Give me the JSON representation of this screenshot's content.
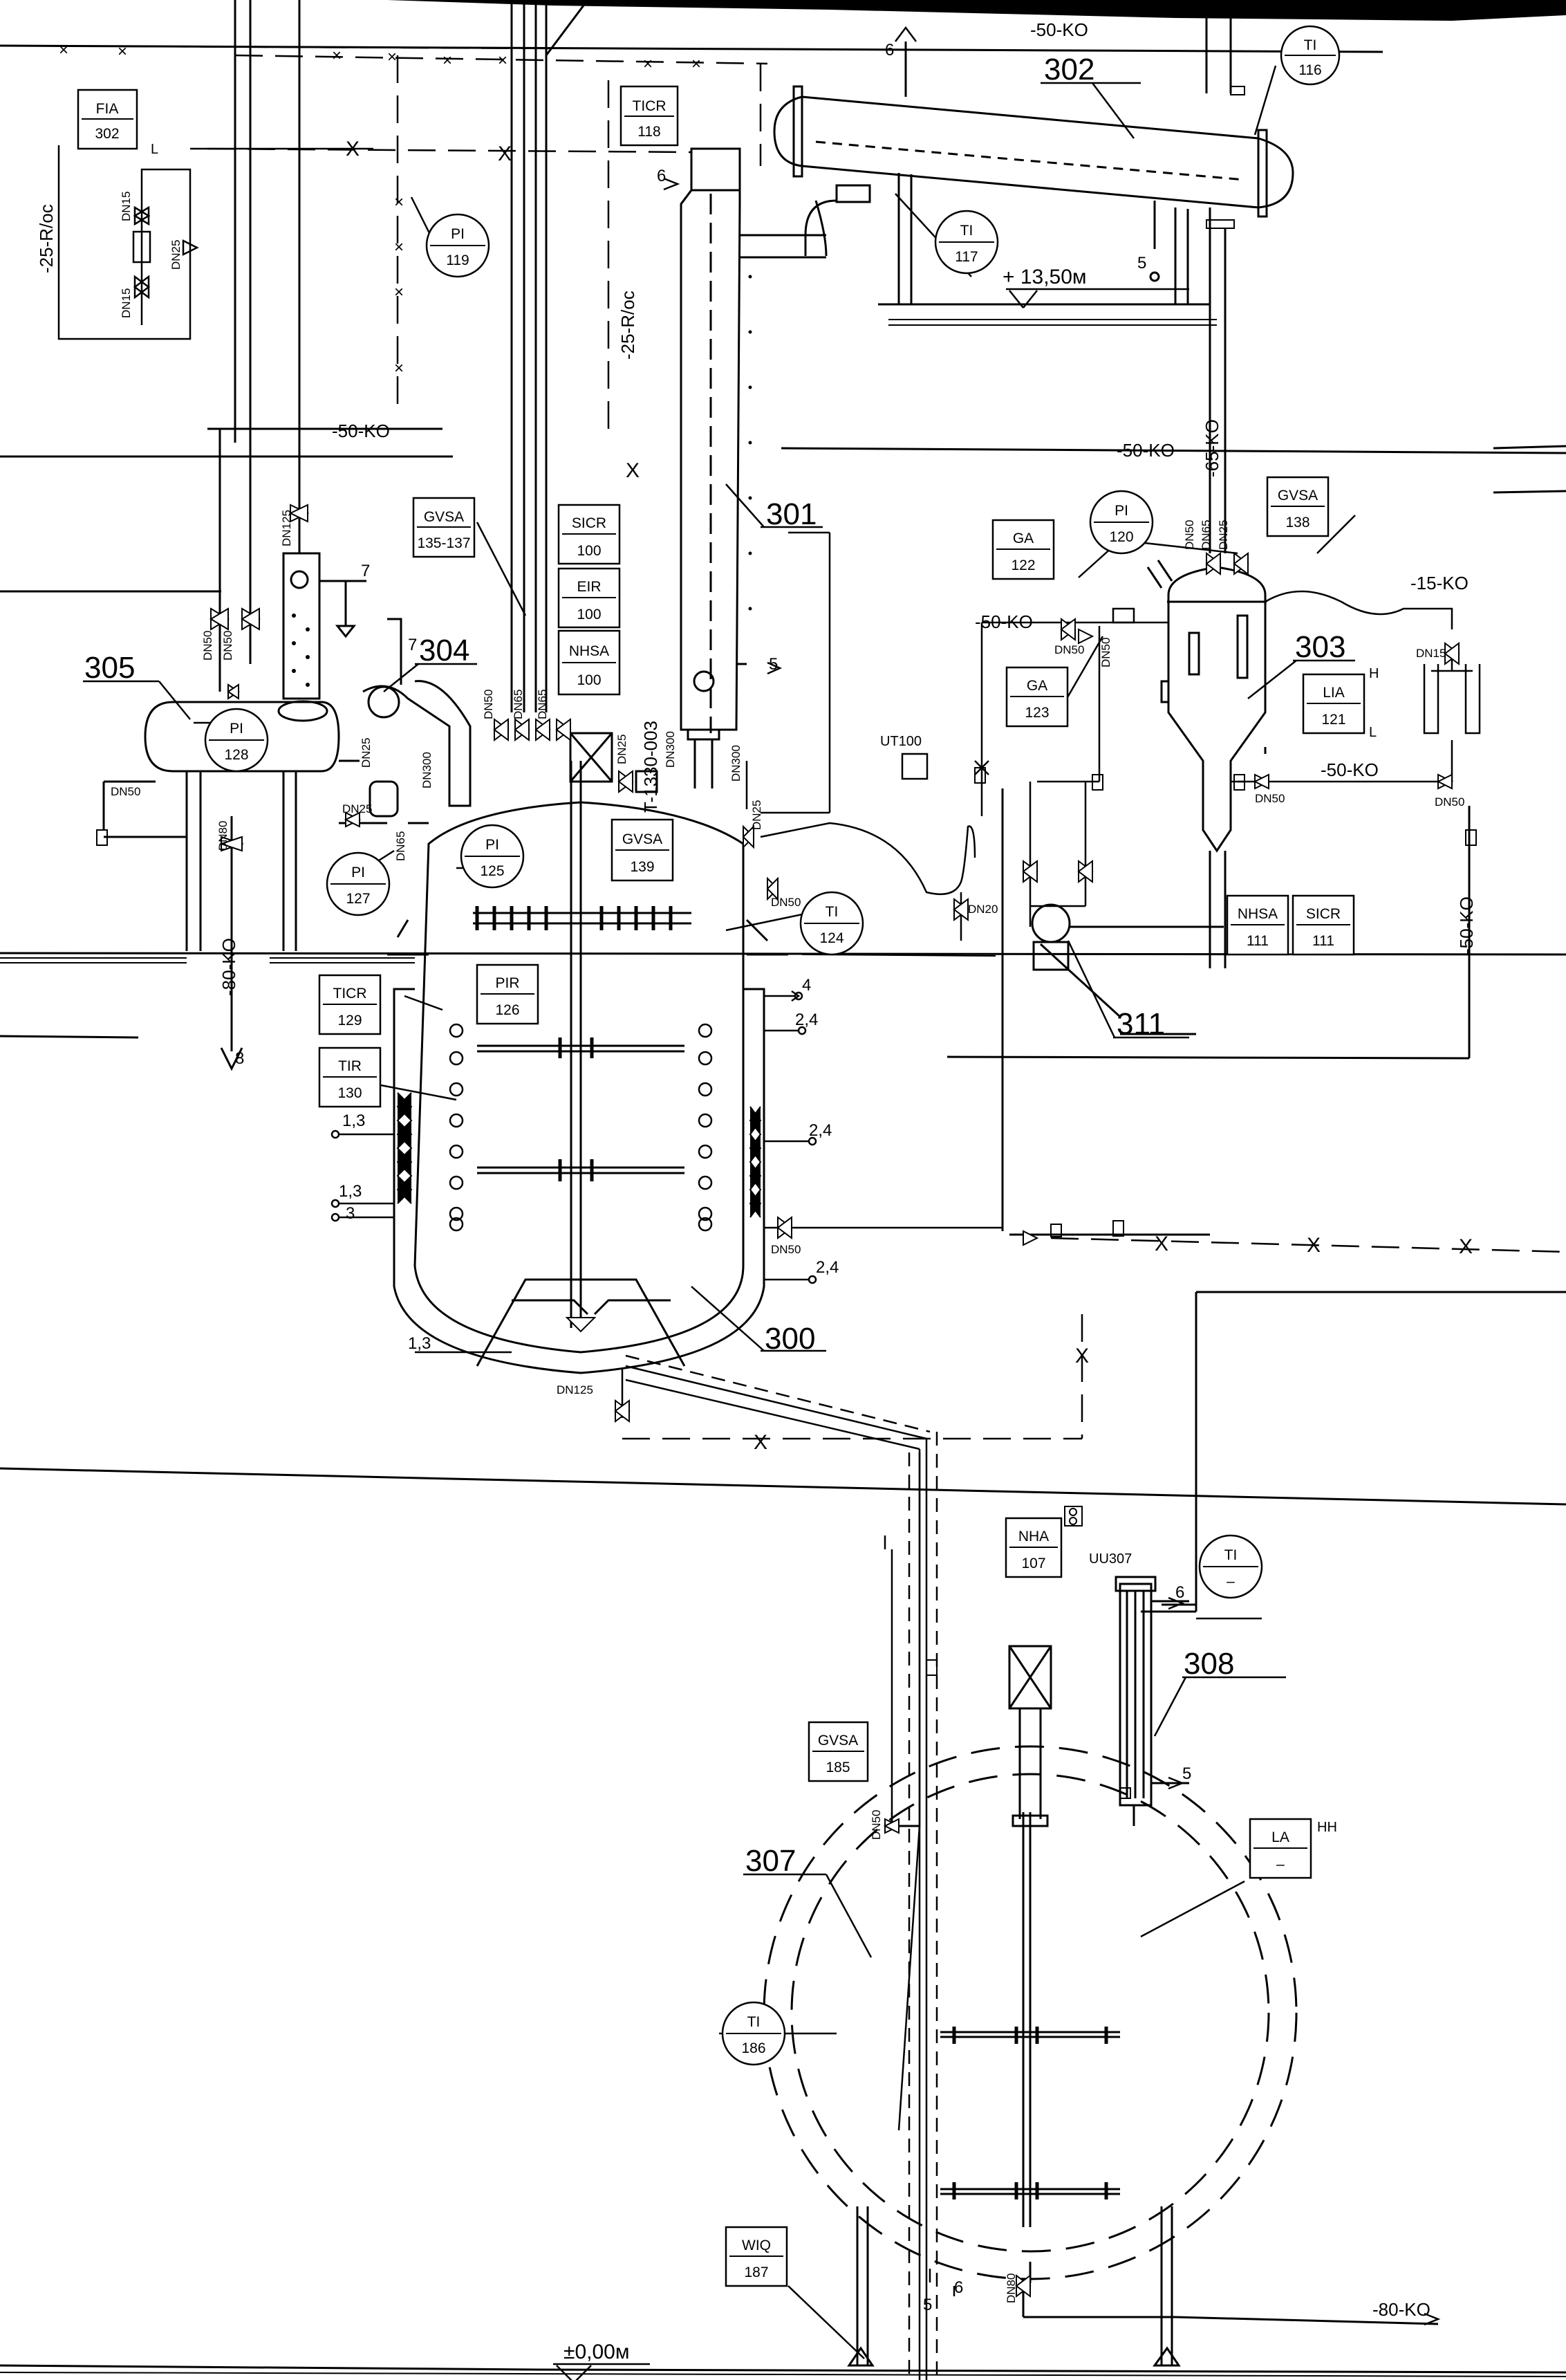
{
  "equipment": [
    {
      "id": "eq-300",
      "label": "300"
    },
    {
      "id": "eq-301",
      "label": "301"
    },
    {
      "id": "eq-302",
      "label": "302"
    },
    {
      "id": "eq-303",
      "label": "303"
    },
    {
      "id": "eq-304",
      "label": "304"
    },
    {
      "id": "eq-305",
      "label": "305"
    },
    {
      "id": "eq-307",
      "label": "307"
    },
    {
      "id": "eq-308",
      "label": "308"
    },
    {
      "id": "eq-311",
      "label": "311"
    }
  ],
  "instruments": [
    {
      "id": "fia-302",
      "shape": "square",
      "func": "FIA",
      "num": "302"
    },
    {
      "id": "ticr-118",
      "shape": "square",
      "func": "TICR",
      "num": "118"
    },
    {
      "id": "ti-116",
      "shape": "circle",
      "func": "TI",
      "num": "116"
    },
    {
      "id": "ti-117",
      "shape": "circle",
      "func": "TI",
      "num": "117"
    },
    {
      "id": "pi-119",
      "shape": "circle",
      "func": "PI",
      "num": "119"
    },
    {
      "id": "gvsa-135",
      "shape": "square",
      "func": "GVSA",
      "num": "135-137"
    },
    {
      "id": "sicr-100",
      "shape": "square",
      "func": "SICR",
      "num": "100"
    },
    {
      "id": "eir-100",
      "shape": "square",
      "func": "EIR",
      "num": "100"
    },
    {
      "id": "nhsa-100",
      "shape": "square",
      "func": "NHSA",
      "num": "100"
    },
    {
      "id": "pi-128",
      "shape": "circle",
      "func": "PI",
      "num": "128"
    },
    {
      "id": "pi-127",
      "shape": "circle",
      "func": "PI",
      "num": "127"
    },
    {
      "id": "pi-125",
      "shape": "circle",
      "func": "PI",
      "num": "125"
    },
    {
      "id": "gvsa-139",
      "shape": "square",
      "func": "GVSA",
      "num": "139"
    },
    {
      "id": "ga-122",
      "shape": "square",
      "func": "GA",
      "num": "122"
    },
    {
      "id": "pi-120",
      "shape": "circle",
      "func": "PI",
      "num": "120"
    },
    {
      "id": "gvsa-138",
      "shape": "square",
      "func": "GVSA",
      "num": "138"
    },
    {
      "id": "ga-123",
      "shape": "square",
      "func": "GA",
      "num": "123"
    },
    {
      "id": "lia-121",
      "shape": "square",
      "func": "LIA",
      "num": "121"
    },
    {
      "id": "ti-124",
      "shape": "circle",
      "func": "TI",
      "num": "124"
    },
    {
      "id": "ticr-129",
      "shape": "square",
      "func": "TICR",
      "num": "129"
    },
    {
      "id": "pir-126",
      "shape": "square",
      "func": "PIR",
      "num": "126"
    },
    {
      "id": "tir-130",
      "shape": "square",
      "func": "TIR",
      "num": "130"
    },
    {
      "id": "nhsa-111",
      "shape": "square",
      "func": "NHSA",
      "num": "111"
    },
    {
      "id": "sicr-111",
      "shape": "square",
      "func": "SICR",
      "num": "111"
    },
    {
      "id": "nha-107",
      "shape": "square",
      "func": "NHA",
      "num": "107"
    },
    {
      "id": "ti-dash",
      "shape": "circle",
      "func": "TI",
      "num": "–"
    },
    {
      "id": "gvsa-185",
      "shape": "square",
      "func": "GVSA",
      "num": "185"
    },
    {
      "id": "la-dash",
      "shape": "square",
      "func": "LA",
      "num": "–"
    },
    {
      "id": "ti-186",
      "shape": "circle",
      "func": "TI",
      "num": "186"
    },
    {
      "id": "wiq-187",
      "shape": "square",
      "func": "WIQ",
      "num": "187"
    }
  ],
  "line_labels": [
    {
      "id": "ko50-top",
      "text": "-50-KO"
    },
    {
      "id": "ko50-left",
      "text": "-50-KO"
    },
    {
      "id": "ko50-mid",
      "text": "-50-KO"
    },
    {
      "id": "ko65",
      "text": "-65-KO"
    },
    {
      "id": "ko15",
      "text": "-15-KO"
    },
    {
      "id": "ko50-303",
      "text": "-50-KO"
    },
    {
      "id": "ko50-rv",
      "text": "-50-KO"
    },
    {
      "id": "ko50-gv",
      "text": "-50-KO"
    },
    {
      "id": "ko80-305",
      "text": "-80-KO"
    },
    {
      "id": "ko80-bot",
      "text": "-80-KO"
    },
    {
      "id": "r25-left",
      "text": "-25-R/oc"
    },
    {
      "id": "r25-mid",
      "text": "-25-R/oc"
    },
    {
      "id": "t1330",
      "text": "T-1330-003"
    }
  ],
  "elevations": [
    {
      "id": "elev-1350",
      "text": "+ 13,50м"
    },
    {
      "id": "elev-000",
      "text": "±0,00м"
    }
  ],
  "aux_labels": {
    "ut100": "UT100",
    "uu307": "UU307",
    "l_fia": "L",
    "h_lia": "H",
    "l_lia": "L",
    "hh_la": "HH"
  },
  "connection_numbers": [
    {
      "id": "c6-top",
      "text": "6"
    },
    {
      "id": "c6-301",
      "text": "6"
    },
    {
      "id": "c5-302",
      "text": "5"
    },
    {
      "id": "c5-301",
      "text": "5"
    },
    {
      "id": "c7-305",
      "text": "7"
    },
    {
      "id": "c7-304",
      "text": "7"
    },
    {
      "id": "c4-300",
      "text": "4"
    },
    {
      "id": "c24-a",
      "text": "2,4"
    },
    {
      "id": "c24-b",
      "text": "2,4"
    },
    {
      "id": "c24-c",
      "text": "2,4"
    },
    {
      "id": "c13-a",
      "text": "1,3"
    },
    {
      "id": "c13-b",
      "text": "1,3"
    },
    {
      "id": "c3",
      "text": "3"
    },
    {
      "id": "c13-c",
      "text": "1,3"
    },
    {
      "id": "c8",
      "text": "8"
    },
    {
      "id": "c6-308",
      "text": "6"
    },
    {
      "id": "c5-308",
      "text": "5"
    },
    {
      "id": "c5-307",
      "text": "5"
    },
    {
      "id": "c6-307",
      "text": "6"
    }
  ],
  "dn_labels": [
    {
      "id": "dn15-a",
      "text": "DN15"
    },
    {
      "id": "dn25-a",
      "text": "DN25"
    },
    {
      "id": "dn15-b",
      "text": "DN15"
    },
    {
      "id": "dn125-a",
      "text": "DN125"
    },
    {
      "id": "dn50-305a",
      "text": "DN50"
    },
    {
      "id": "dn50-305b",
      "text": "DN50"
    },
    {
      "id": "dn50-305c",
      "text": "DN50"
    },
    {
      "id": "dn80-305",
      "text": "DN80"
    },
    {
      "id": "dn25-304",
      "text": "DN25"
    },
    {
      "id": "dn25-304b",
      "text": "DN25"
    },
    {
      "id": "dn65-304",
      "text": "DN65"
    },
    {
      "id": "dn300-304",
      "text": "DN300"
    },
    {
      "id": "dn50-tops",
      "text": "DN50"
    },
    {
      "id": "dn65-tops",
      "text": "DN65"
    },
    {
      "id": "dn65-tops2",
      "text": "DN65"
    },
    {
      "id": "dn25-topm",
      "text": "DN25"
    },
    {
      "id": "dn300-top",
      "text": "DN300"
    },
    {
      "id": "dn300-top2",
      "text": "DN300"
    },
    {
      "id": "dn25-right",
      "text": "DN25"
    },
    {
      "id": "dn50-ti124",
      "text": "DN50"
    },
    {
      "id": "dn50-303a",
      "text": "DN50"
    },
    {
      "id": "dn65-303",
      "text": "DN65"
    },
    {
      "id": "dn25-303",
      "text": "DN25"
    },
    {
      "id": "dn15-303",
      "text": "DN15"
    },
    {
      "id": "dn50-ga",
      "text": "DN50"
    },
    {
      "id": "dn50-ga2",
      "text": "DN50"
    },
    {
      "id": "dn50-303b",
      "text": "DN50"
    },
    {
      "id": "dn50-303c",
      "text": "DN50"
    },
    {
      "id": "dn20",
      "text": "DN20"
    },
    {
      "id": "dn50-300side",
      "text": "DN50"
    },
    {
      "id": "dn125-300",
      "text": "DN125"
    },
    {
      "id": "dn50-307",
      "text": "DN50"
    },
    {
      "id": "dn80-307",
      "text": "DN80"
    }
  ]
}
